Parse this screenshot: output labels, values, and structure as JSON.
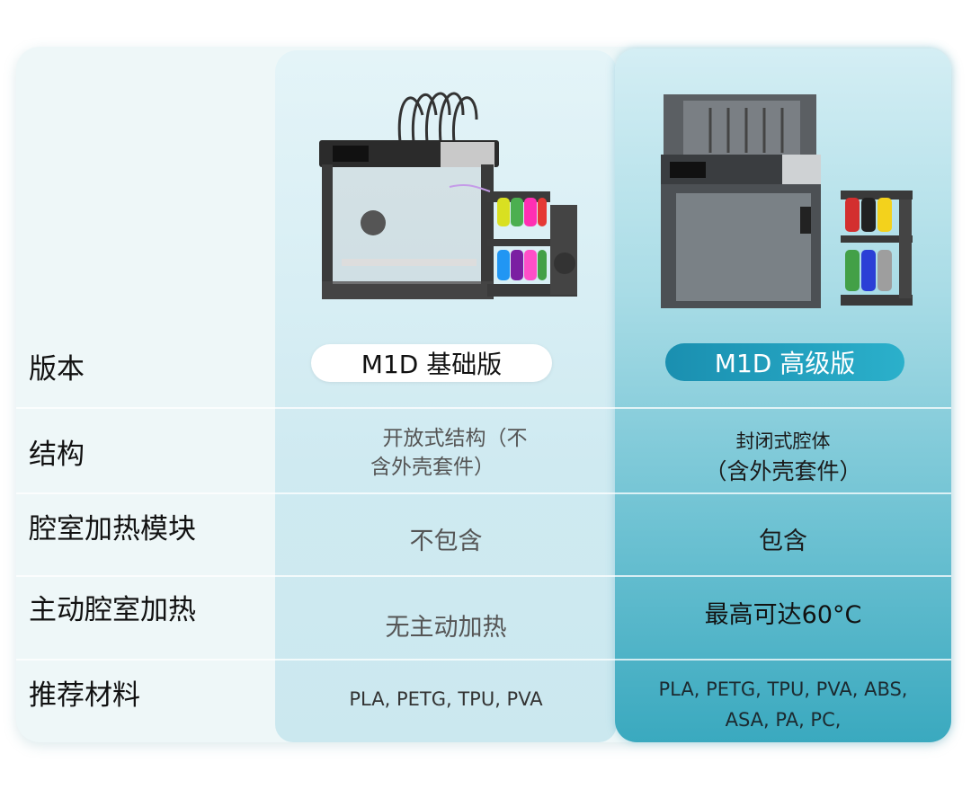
{
  "rows": {
    "version": "版本",
    "structure": "结构",
    "chamber_module": "腔室加热模块",
    "active_heating": "主动腔室加热",
    "materials": "推荐材料"
  },
  "basic": {
    "name": "M1D 基础版",
    "structure_line1": "开放式结构（不",
    "structure_line2": "含外壳套件）",
    "chamber_module": "不包含",
    "active_heating": "无主动加热",
    "materials": "PLA, PETG, TPU, PVA"
  },
  "advanced": {
    "name": "M1D 高级版",
    "structure_line1": "封闭式腔体",
    "structure_line2": "（含外壳套件）",
    "chamber_module": "包含",
    "active_heating": "最高可达60°C",
    "materials_line1": "PLA, PETG, TPU, PVA, ABS,",
    "materials_line2": "ASA, PA, PC,"
  },
  "colors": {
    "accent": "#1a8fb0",
    "spools_basic": [
      "#d9e021",
      "#4caf50",
      "#ff2fb3",
      "#e53935",
      "#2196f3",
      "#7b1fa2",
      "#ff4fc8",
      "#43a047"
    ],
    "spools_adv": [
      "#d32f2f",
      "#212121",
      "#f3d21c",
      "#43a047",
      "#2b3fd6",
      "#9e9e9e"
    ]
  }
}
